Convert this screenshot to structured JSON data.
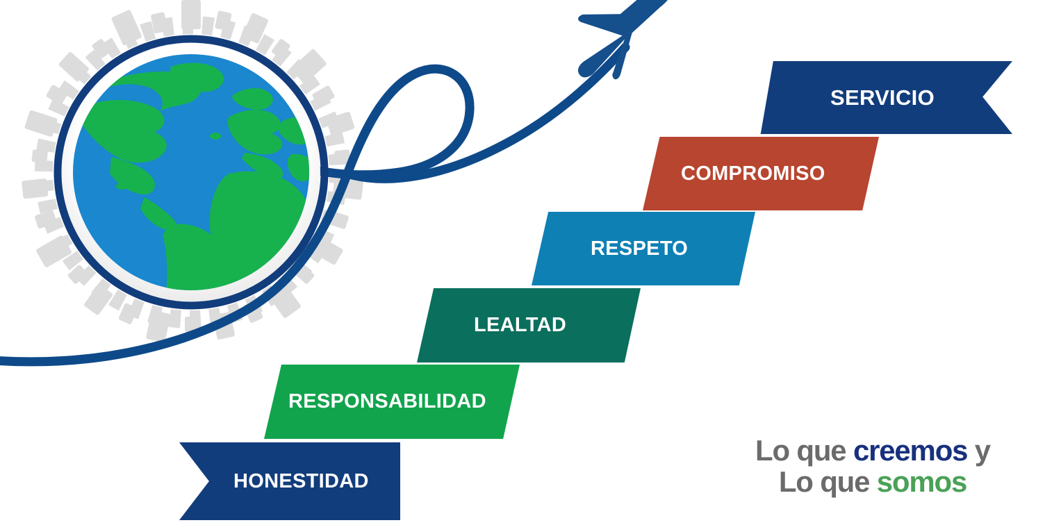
{
  "title": "Lo que creemos y Lo que somos",
  "colors": {
    "navy": "#123d7c",
    "terracotta": "#b8452f",
    "cyan_blue": "#0e80b4",
    "teal_green": "#0a6f5c",
    "bright_green": "#11a44d",
    "globe_ocean": "#1a87cf",
    "globe_land": "#17b24e",
    "globe_ring_white": "#ffffff",
    "globe_ring_navy": "#123d7c",
    "halo_gray": "#dcdcdc",
    "trail_blue": "#0e4a8a",
    "plane_blue": "#154f8c",
    "tagline_gray": "#6b6b6b",
    "tagline_blue": "#18307d",
    "tagline_green": "#4aa157"
  },
  "steps": [
    {
      "label": "SERVICIO",
      "color": "#123d7c",
      "shape": "arrow",
      "level": 6
    },
    {
      "label": "COMPROMISO",
      "color": "#b8452f",
      "shape": "parallelogram",
      "level": 5
    },
    {
      "label": "RESPETO",
      "color": "#0e80b4",
      "shape": "parallelogram",
      "level": 4
    },
    {
      "label": "LEALTAD",
      "color": "#0a6f5c",
      "shape": "parallelogram",
      "level": 3
    },
    {
      "label": "RESPONSABILIDAD",
      "color": "#11a44d",
      "shape": "parallelogram",
      "level": 2
    },
    {
      "label": "HONESTIDAD",
      "color": "#123d7c",
      "shape": "ribbon",
      "level": 1
    }
  ],
  "tagline": {
    "line1_part1": "Lo que ",
    "line1_part2": "creemos",
    "line1_part3": " y",
    "line2_part1": "Lo que ",
    "line2_part2": "somos"
  },
  "graphics": {
    "globe": "globe-earth-atlantic-view",
    "halo": "radial-burst-halo",
    "plane": "airplane-silhouette",
    "trail": "looping-flight-path-trail"
  }
}
